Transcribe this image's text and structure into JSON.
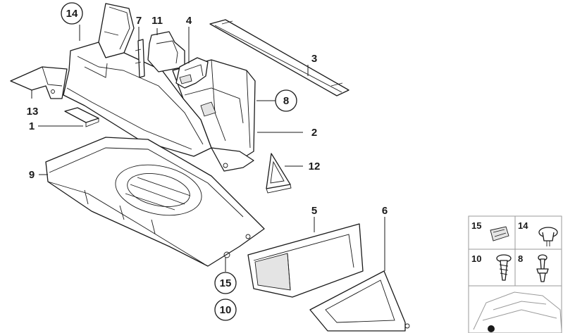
{
  "callouts": {
    "c1": "1",
    "c2": "2",
    "c3": "3",
    "c4": "4",
    "c5": "5",
    "c6": "6",
    "c7": "7",
    "c8": "8",
    "c9": "9",
    "c10": "10",
    "c11": "11",
    "c12": "12",
    "c13": "13",
    "c14": "14",
    "c15": "15"
  },
  "fastener_grid": {
    "cells": [
      {
        "label": "15",
        "icon": "clip-nut-icon"
      },
      {
        "label": "14",
        "icon": "screw-head-icon"
      },
      {
        "label": "10",
        "icon": "self-tapping-screw-icon"
      },
      {
        "label": "8",
        "icon": "expanding-rivet-icon"
      }
    ],
    "vehicle_icon": "car-location-icon"
  }
}
